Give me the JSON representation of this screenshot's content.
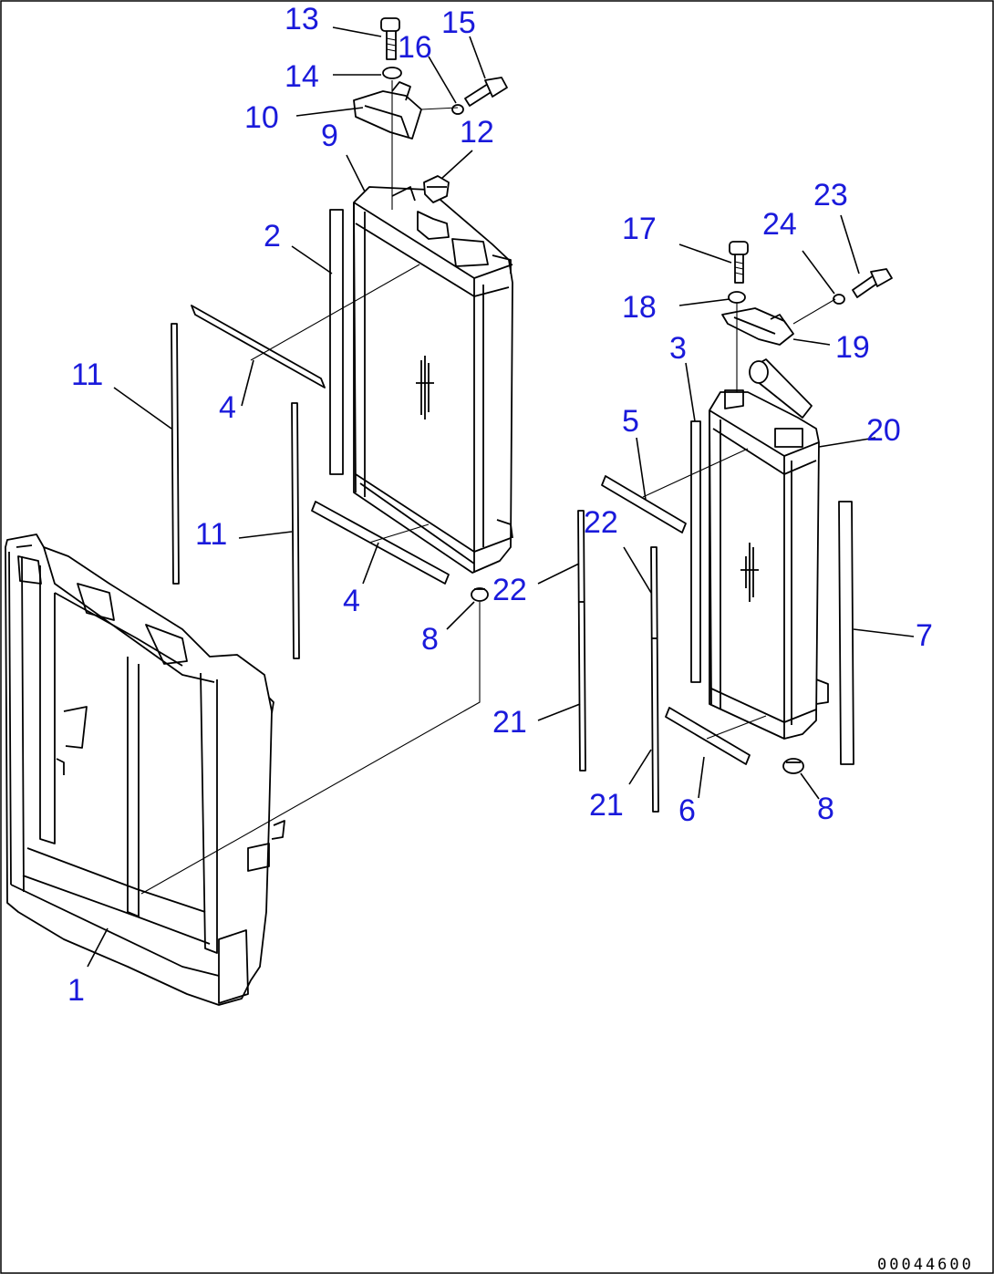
{
  "diagram": {
    "figure_code": "00044600",
    "callouts": [
      {
        "id": "c13a",
        "text": "13"
      },
      {
        "id": "c15",
        "text": "15"
      },
      {
        "id": "c16",
        "text": "16"
      },
      {
        "id": "c14",
        "text": "14"
      },
      {
        "id": "c10",
        "text": "10"
      },
      {
        "id": "c9",
        "text": "9"
      },
      {
        "id": "c12",
        "text": "12"
      },
      {
        "id": "c2",
        "text": "2"
      },
      {
        "id": "c4a",
        "text": "4"
      },
      {
        "id": "c11a",
        "text": "11"
      },
      {
        "id": "c11b",
        "text": "11"
      },
      {
        "id": "c4b",
        "text": "4"
      },
      {
        "id": "c8a",
        "text": "8"
      },
      {
        "id": "c22a",
        "text": "22"
      },
      {
        "id": "c22b",
        "text": "22"
      },
      {
        "id": "c21a",
        "text": "21"
      },
      {
        "id": "c21b",
        "text": "21"
      },
      {
        "id": "c1",
        "text": "1"
      },
      {
        "id": "c23",
        "text": "23"
      },
      {
        "id": "c17",
        "text": "17"
      },
      {
        "id": "c24",
        "text": "24"
      },
      {
        "id": "c18",
        "text": "18"
      },
      {
        "id": "c19",
        "text": "19"
      },
      {
        "id": "c3",
        "text": "3"
      },
      {
        "id": "c5",
        "text": "5"
      },
      {
        "id": "c20",
        "text": "20"
      },
      {
        "id": "c7",
        "text": "7"
      },
      {
        "id": "c6",
        "text": "6"
      },
      {
        "id": "c8b",
        "text": "8"
      }
    ]
  }
}
